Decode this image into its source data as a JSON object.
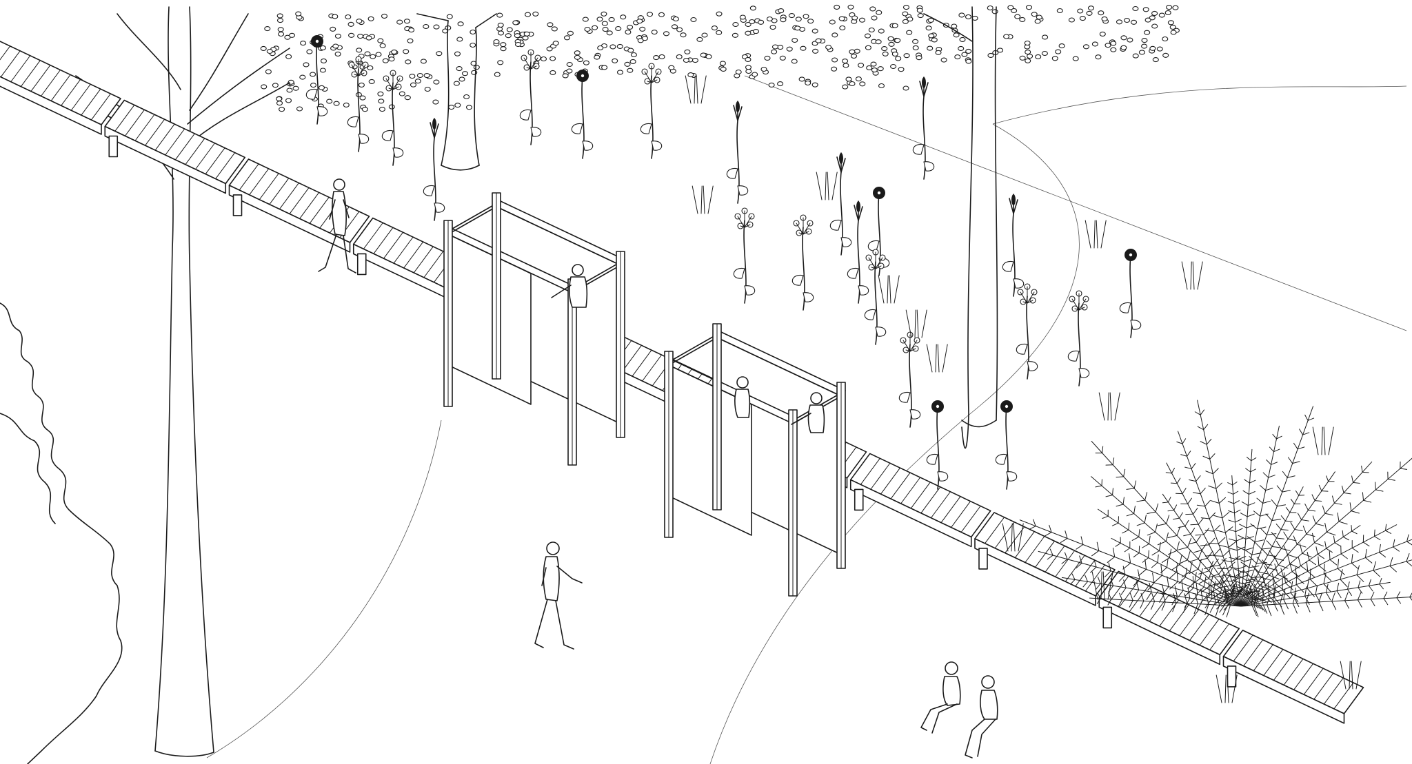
{
  "drawing": {
    "style": "isometric line drawing",
    "colors": {
      "ink": "#1a1a1a",
      "paper": "#ffffff",
      "panel": "#ffffff"
    }
  },
  "elements": {
    "boardwalk": {
      "type": "timber deck walkway",
      "segments": 11
    },
    "pavilions": {
      "count": 2,
      "type": "timber frame booth with panels"
    },
    "people": {
      "count": 7
    },
    "trees": {
      "count": 3
    },
    "flowers": {
      "count": 22
    },
    "shrub": {
      "type": "fern-like shrub"
    }
  }
}
